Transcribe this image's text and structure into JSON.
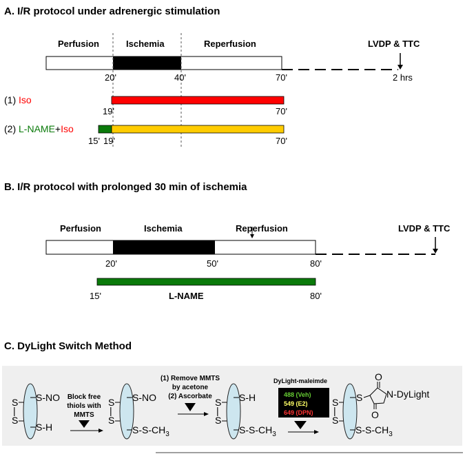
{
  "panel_a": {
    "heading": "A.  I/R protocol under adrenergic stimulation",
    "phase_perfusion": "Perfusion",
    "phase_ischemia": "Ischemia",
    "phase_reperfusion": "Reperfusion",
    "endpoint": "LVDP & TTC",
    "t20": "20'",
    "t40": "40'",
    "t70": "70'",
    "t2hrs": "2 hrs",
    "row1_num": "(1)",
    "row1_drug": "Iso",
    "row1_start": "19'",
    "row1_end": "70'",
    "row2_num": "(2)",
    "row2_drug1": "L-NAME",
    "row2_plus": "+",
    "row2_drug2": "Iso",
    "row2_t15": "15'",
    "row2_t19": "19'",
    "row2_end": "70'",
    "colors": {
      "iso": "#ff0000",
      "lname": "#0a7a0a",
      "iso_bar_combo": "#ffcc00",
      "ischemia": "#000000"
    }
  },
  "panel_b": {
    "heading": "B.  I/R protocol with prolonged 30 min of ischemia",
    "phase_perfusion": "Perfusion",
    "phase_ischemia": "Ischemia",
    "phase_reperfusion": "Reperfusion",
    "endpoint": "LVDP & TTC",
    "t20": "20'",
    "t50": "50'",
    "t80": "80'",
    "lname_start": "15'",
    "lname_label": "L-NAME",
    "lname_end": "80'",
    "colors": {
      "lname": "#0a7a0a"
    }
  },
  "panel_c": {
    "heading": "C.  DyLight Switch Method",
    "step1_l1": "Block free",
    "step1_l2": "thiols with",
    "step1_l3": "MMTS",
    "step2_l1": "(1) Remove MMTS",
    "step2_l2": "by acetone",
    "step2_l3": "(2) Ascorbate",
    "step3_title": "DyLight-maleimde",
    "dye1": "488 (Veh)",
    "dye2": "549 (E2)",
    "dye3": "649 (DPN)",
    "dye_colors": {
      "dye1": "#66cc33",
      "dye2": "#ffff66",
      "dye3": "#ff3333"
    },
    "p1_top": "S-NO",
    "p1_bottom": "S-H",
    "p2_top": "S-NO",
    "p2_bottom": "S-S-CH",
    "p3_top": "S-H",
    "p3_bottom": "S-S-CH",
    "p4_bottom": "S-S-CH",
    "sub3": "3",
    "left_s": "S",
    "left_pipe": "|",
    "mal_s": "S",
    "mal_n": "N-DyLight",
    "mal_o": "O"
  }
}
